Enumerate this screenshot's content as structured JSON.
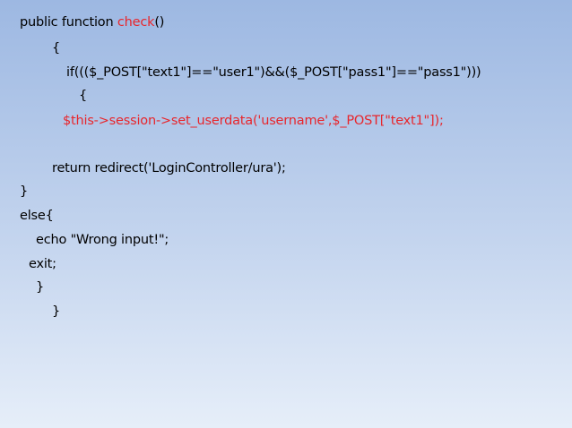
{
  "colors": {
    "text": "#000000",
    "highlight": "#e8262c",
    "background_top": "#9db8e2",
    "background_bottom": "#e6eef9"
  },
  "code": {
    "l1_prefix": "public function ",
    "l1_highlight": "check",
    "l1_suffix": "()",
    "l2": "{",
    "l3": "if((($_POST[\"text1\"]==\"user1\")&&($_POST[\"pass1\"]==\"pass1\")))",
    "l4": "{",
    "l5": "$this->session->set_userdata('username',$_POST[\"text1\"]);",
    "l6": "return redirect('LoginController/ura');",
    "l7": "}",
    "l8": "else{",
    "l9": "echo \"Wrong input!\";",
    "l10": "exit;",
    "l11": "}",
    "l12": "}"
  }
}
